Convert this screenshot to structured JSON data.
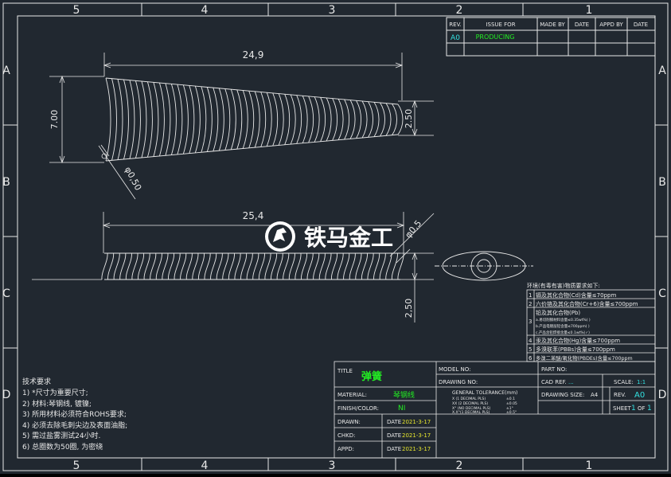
{
  "frame": {
    "col_labels": [
      "5",
      "4",
      "3",
      "2",
      "1"
    ],
    "row_labels": [
      "A",
      "B",
      "C",
      "D"
    ]
  },
  "revision_table": {
    "headers": [
      "REV.",
      "ISSUE FOR",
      "MADE BY",
      "DATE",
      "APPD BY",
      "DATE"
    ],
    "row": {
      "rev": "A0",
      "issue": "PRODUCING"
    }
  },
  "dimensions": {
    "top_length": "24,9",
    "top_big_height": "7.00",
    "top_small_height": "2.50",
    "top_wire_dia": "φ0,50",
    "bottom_length": "25,4",
    "bottom_wire_dia": "φ0,5",
    "bottom_height": "2,50"
  },
  "watermark": {
    "text": "铁马金工"
  },
  "env_requirements": {
    "title": "环境(有毒有害)物质要求如下:",
    "rows": [
      {
        "no": "1",
        "text": "镉及其化合物(Cd)含量≤70ppm"
      },
      {
        "no": "2",
        "text": "六价铬及其化合物(Cr+6)含量≤700ppm"
      },
      {
        "no": "3",
        "text": "铅及其化合物(Pb)",
        "sub": [
          "a.易切削钢材料含量≤0.35wt%(  )",
          "b.产品电镀层铅含量≤700ppm(  )",
          "c.产品含铅焊接含量≤0.1wt%(✓)"
        ]
      },
      {
        "no": "4",
        "text": "汞及其化合物(Hg)含量≤700ppm"
      },
      {
        "no": "5",
        "text": "多溴联苯(PBBs)含量≤700ppm"
      },
      {
        "no": "6",
        "text": "多溴二苯醚/氧化物(PBDEs)含量≤700ppm"
      }
    ]
  },
  "tech_requirements": {
    "title": "技术要求",
    "items": [
      "1) *尺寸为重要尺寸;",
      "2) 材料:琴钢线, 镀镍;",
      "3) 所用材料必须符合ROHS要求;",
      "4) 必须去除毛刺尖边及表面油脂;",
      "5) 需过盐雾测试24小时.",
      "6) 总圈数为50圈, 为密绕"
    ]
  },
  "title_block": {
    "title_label": "TITLE",
    "title_value": "弹簧",
    "model_label": "MODEL NO:",
    "part_label": "PART NO:",
    "drawing_no_label": "DRAWING NO:",
    "cad_ref_label": "CAD REF.",
    "cad_ref_value": "...",
    "scale_label": "SCALE:",
    "scale_value": "1:1",
    "material_label": "MATERIAL:",
    "material_value": "琴钢线",
    "finish_label": "FINISH/COLOR:",
    "finish_value": "NI",
    "tol_title": "GENERAL TOLERANCE(mm)",
    "tol_rows": [
      {
        "label": "X  (1 DECIMAL PLS)",
        "value": "±0.1"
      },
      {
        "label": "XX (2 DECIMAL PLS)",
        "value": "±0.05"
      },
      {
        "label": "X° (NO DECIMAL PLS)",
        "value": "±1°"
      },
      {
        "label": "X.X°(1 DECIMAL PLS)",
        "value": "±0.5°"
      }
    ],
    "drawing_size_label": "DRAWING SIZE:",
    "drawing_size_value": "A4",
    "rev_label": "REV.",
    "rev_value": "A0",
    "sheet_label": "SHEET",
    "sheet_value": "1",
    "of_label": "OF",
    "of_value": "1",
    "drawn_label": "DRAWN:",
    "chkd_label": "CHKD:",
    "appd_label": "APPD:",
    "date_label": "DATE",
    "drawn_date": "2021-3-17",
    "chkd_date": "2021-3-17",
    "appd_date": "2021-3-17"
  },
  "colors": {
    "background": "#212830",
    "line": "#e8e8e8",
    "green": "#22ee22",
    "yellow": "#e6e62e",
    "cyan": "#33e0e0"
  }
}
